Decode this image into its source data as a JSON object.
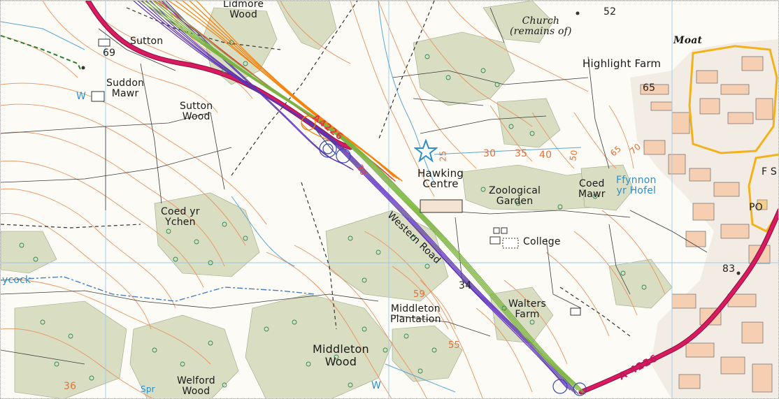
{
  "labels": {
    "lidmore_wood": "Lidmore\nWood",
    "church": "Church\n(remains of)",
    "moat": "Moat",
    "highlight_farm": "Highlight Farm",
    "sutton": "Sutton",
    "suddon_mawr": "Suddon\nMawr",
    "sutton_wood": "Sutton\nWood",
    "hawking_centre": "Hawking\nCentre",
    "zoological_garden": "Zoological\nGarden",
    "coed_mawr": "Coed\nMawr",
    "ffynnon_yr_hofel": "Ffynnon\nyr Hofel",
    "coed_yr_ychen": "Coed yr\nYchen",
    "college": "College",
    "walters_farm": "Walters\nFarm",
    "middleton_plantation": "Middleton\nPlantation",
    "middleton_wood": "Middleton\nWood",
    "welford_wood": "Welford\nWood",
    "wycock": "ycock",
    "spr": "Spr",
    "w_left": "W",
    "w_bottom": "W",
    "fs": "F S",
    "po": "PO",
    "road_a4226": "A 4226",
    "road_western": "Western Road",
    "road_a4226_top": "A4226"
  },
  "numbers": {
    "n52": "52",
    "n69": "69",
    "n65": "65",
    "n83": "83",
    "n34": "34",
    "n59": "59",
    "n55": "55",
    "n36": "36",
    "c25": "25",
    "c30": "30",
    "c35": "35",
    "c40": "40",
    "c50": "50",
    "c65": "65",
    "c70": "70",
    "c20": "20"
  },
  "colors": {
    "contour": "#e4703a",
    "water": "#2f8fc9",
    "grid": "#7fbfe6",
    "woodland": "#d8dcc0",
    "a_road": "#d81b60",
    "a_road_casing": "#8a0f3e",
    "urban": "#f6c8a8",
    "settlement_boundary": "#f3b21a",
    "poi_star": "#2f8fc9",
    "route_purple": "#5e35b1",
    "route_green": "#7cb342",
    "route_orange": "#f57c00",
    "route_red": "#e53935",
    "route_blue": "#3949ab"
  },
  "icons": {
    "poi": "star-icon",
    "tree": "tree-icon"
  }
}
